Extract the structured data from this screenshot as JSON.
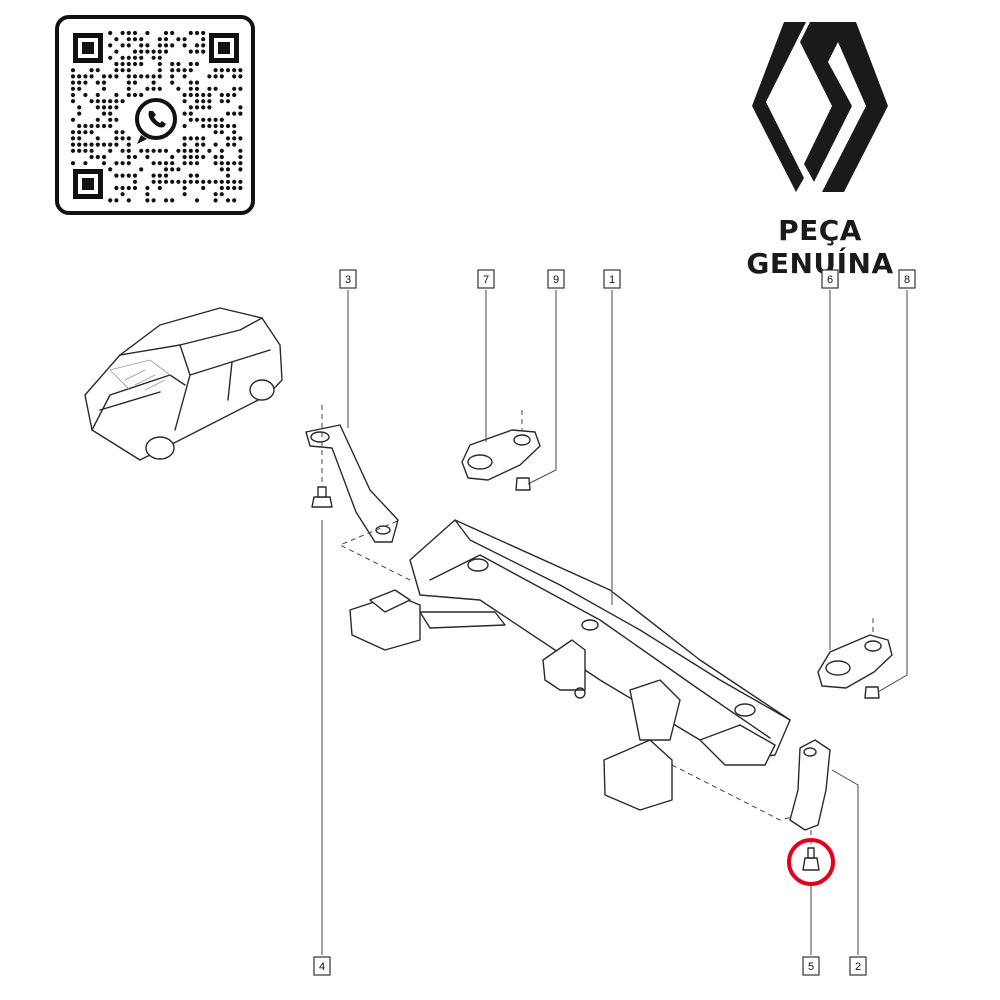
{
  "brand_label": "PEÇA GENUÍNA",
  "logo": {
    "name": "renault-logo-icon",
    "color": "#1a1a1a"
  },
  "qr": {
    "name": "whatsapp-qr-code",
    "icon": "whatsapp-icon"
  },
  "callouts": [
    {
      "id": "callout-3",
      "label": "3"
    },
    {
      "id": "callout-7",
      "label": "7"
    },
    {
      "id": "callout-9",
      "label": "9"
    },
    {
      "id": "callout-1",
      "label": "1"
    },
    {
      "id": "callout-6",
      "label": "6"
    },
    {
      "id": "callout-8",
      "label": "8"
    },
    {
      "id": "callout-4",
      "label": "4"
    },
    {
      "id": "callout-5",
      "label": "5"
    },
    {
      "id": "callout-2",
      "label": "2"
    }
  ],
  "highlight": {
    "target": "5",
    "color": "#e3001b"
  }
}
